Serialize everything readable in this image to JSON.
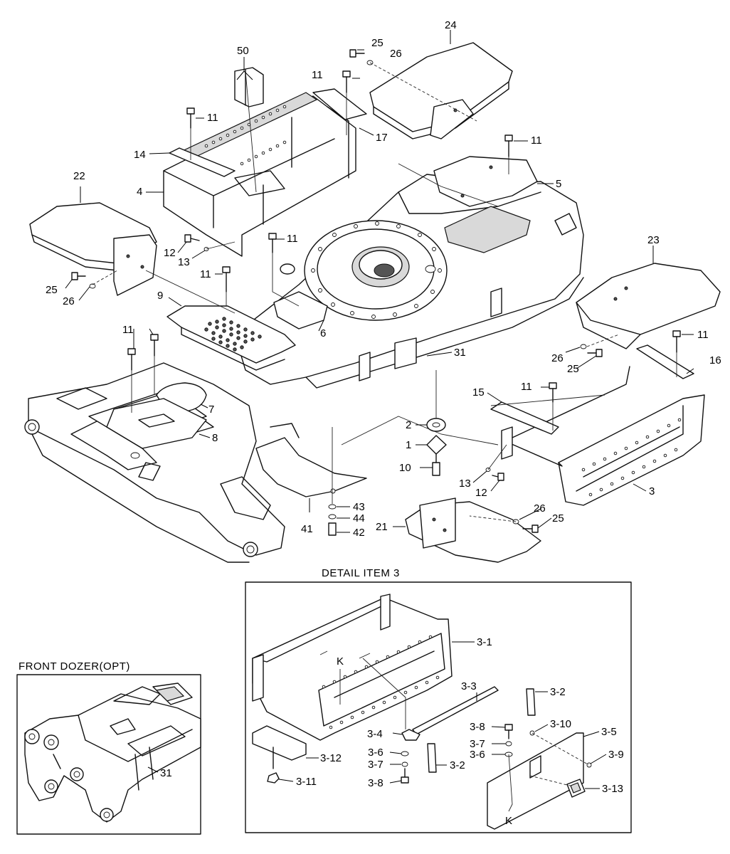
{
  "detail_title": "DETAIL  ITEM 3",
  "option_title": "FRONT DOZER(OPT)",
  "callouts": {
    "c24": "24",
    "c25a": "25",
    "c26a": "26",
    "c50": "50",
    "c11a": "11",
    "c17": "17",
    "c11b": "11",
    "c14": "14",
    "c4": "4",
    "c22": "22",
    "c11c": "11",
    "c5": "5",
    "c12a": "12",
    "c13a": "13",
    "c11d": "11",
    "c25b": "25",
    "c26b": "26",
    "c11e": "11",
    "c23": "23",
    "c9": "9",
    "c6": "6",
    "c11f": "11",
    "c31a": "31",
    "c26c": "26",
    "c25c": "25",
    "c11g": "11",
    "c16": "16",
    "c15": "15",
    "c11h": "11",
    "c7": "7",
    "c2": "2",
    "c1": "1",
    "c8": "8",
    "c10": "10",
    "c13b": "13",
    "c12b": "12",
    "c3": "3",
    "c43": "43",
    "c44": "44",
    "c42": "42",
    "c41": "41",
    "c21": "21",
    "c26d": "26",
    "c25d": "25",
    "d31": "3-1",
    "dK1": "K",
    "d33": "3-3",
    "d32a": "3-2",
    "d34": "3-4",
    "d38a": "3-8",
    "d310": "3-10",
    "d35": "3-5",
    "d36a": "3-6",
    "d37a": "3-7",
    "d36b": "3-6",
    "d39": "3-9",
    "d312": "3-12",
    "d37b": "3-7",
    "d32b": "3-2",
    "d311": "3-11",
    "d38b": "3-8",
    "d313": "3-13",
    "dK2": "K",
    "o31": "31"
  }
}
